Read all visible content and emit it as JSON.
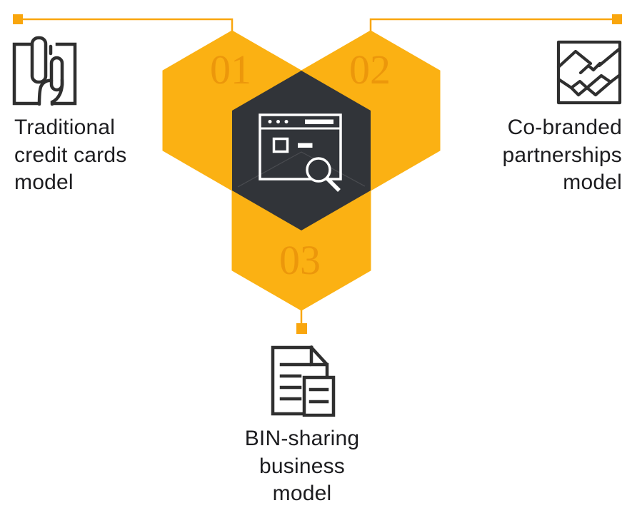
{
  "diagram": {
    "type": "hexagon-steps-infographic",
    "center_icon": "browser-search",
    "steps": [
      {
        "number": "01",
        "label": "Traditional credit cards model",
        "label_lines": [
          "Traditional",
          "credit cards",
          "model"
        ],
        "icon": "credit-card-in-hand",
        "position": "top-left"
      },
      {
        "number": "02",
        "label": "Co-branded partnerships model",
        "label_lines": [
          "Co-branded",
          "partnerships",
          "model"
        ],
        "icon": "handshake",
        "position": "top-right"
      },
      {
        "number": "03",
        "label": "BIN-sharing business model",
        "label_lines": [
          "BIN-sharing",
          "business",
          "model"
        ],
        "icon": "documents",
        "position": "bottom"
      }
    ]
  },
  "colors": {
    "background": "#FFFFFF",
    "hexagon_yellow": "#FBB113",
    "connector_orange": "#F9A60E",
    "hexagon_dark": "#313439",
    "number_orange": "#EC970B",
    "icon_stroke": "#2F2F2F",
    "icon_white": "#FFFFFF",
    "label_text": "#1C1C1F"
  }
}
